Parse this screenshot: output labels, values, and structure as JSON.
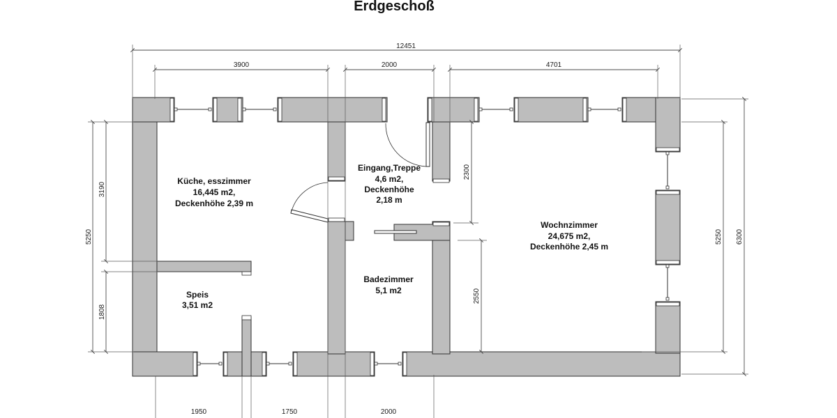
{
  "title": "Erdgeschoß",
  "rooms": {
    "kitchen": {
      "line1": "Küche, esszimmer",
      "line2": "16,445 m2,",
      "line3": "Deckenhöhe 2,39 m"
    },
    "entrance": {
      "line1": "Eingang,Treppe",
      "line2": "4,6 m2,",
      "line3": "Deckenhöhe",
      "line4": "2,18 m"
    },
    "living": {
      "line1": "Wochnzimmer",
      "line2": "24,675 m2,",
      "line3": "Deckenhöhe 2,45 m"
    },
    "pantry": {
      "line1": "Speis",
      "line2": "3,51 m2"
    },
    "bath": {
      "line1": "Badezimmer",
      "line2": "5,1 m2"
    }
  },
  "dimensions": {
    "total_width": "12451",
    "top": {
      "kitchen": "3900",
      "entrance": "2000",
      "living": "4701"
    },
    "left": {
      "total": "5250",
      "upper": "3190",
      "lower": "1808"
    },
    "right": {
      "inner": "5250",
      "outer": "6300"
    },
    "middle": {
      "entrance_depth": "2300",
      "bath_depth": "2550"
    },
    "bottom": {
      "pantry_left": "1950",
      "pantry_right": "1750",
      "bath": "2000"
    }
  },
  "colors": {
    "wall_fill": "#bdbdbd",
    "wall_stroke": "#2f2f2f",
    "dim_line": "#4a4a4a",
    "text": "#111111",
    "background": "#ffffff"
  }
}
